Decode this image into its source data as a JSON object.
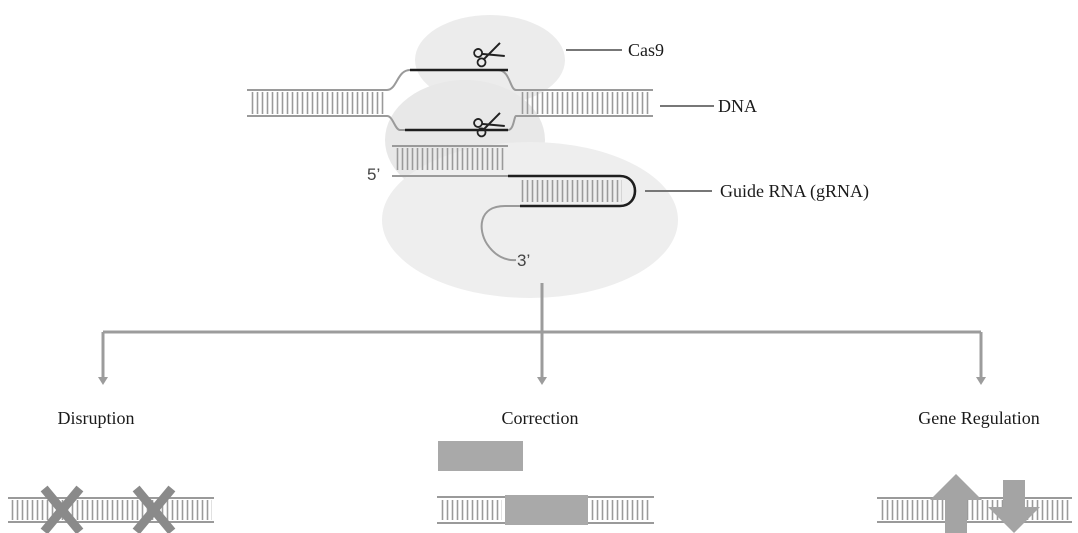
{
  "annotations": {
    "cas9": "Cas9",
    "dna": "DNA",
    "grna": "Guide RNA (gRNA)",
    "five_prime": "5’",
    "three_prime": "3’"
  },
  "outcomes": [
    {
      "label": "Disruption"
    },
    {
      "label": "Correction"
    },
    {
      "label": "Gene Regulation"
    }
  ]
}
